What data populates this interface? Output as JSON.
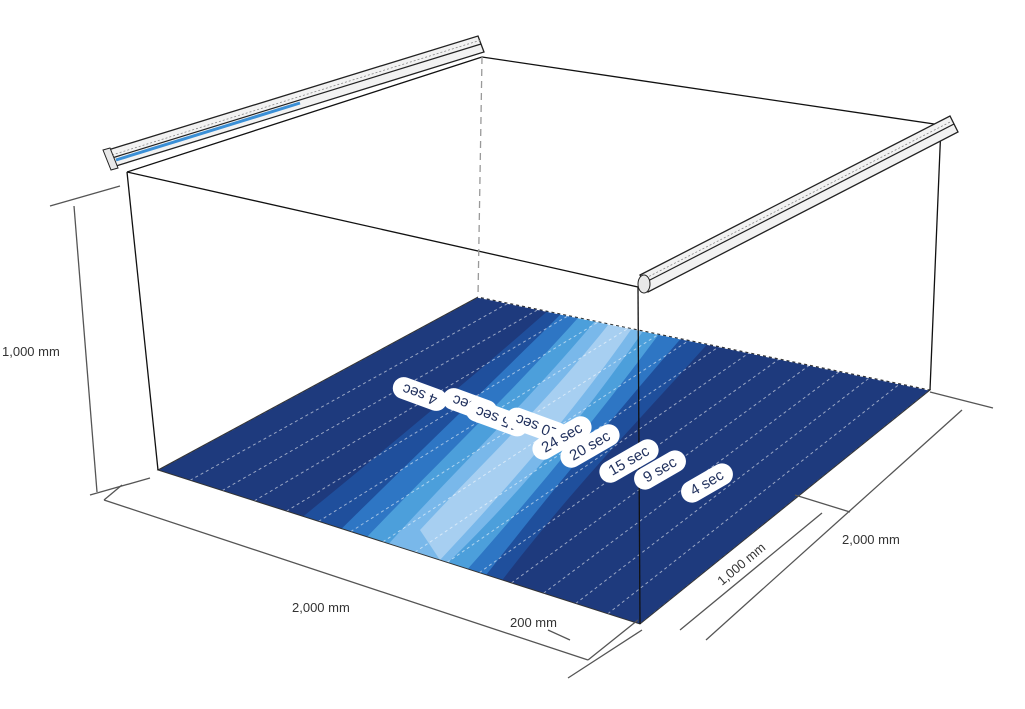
{
  "dimensions": {
    "height": "1,000 mm",
    "front_width": "2,000 mm",
    "gap": "200 mm",
    "inner_depth": "1,000 mm",
    "outer_depth": "2,000 mm"
  },
  "contour_labels": [
    "4 sec",
    "9 sec",
    "15 sec",
    "20 sec",
    "24 sec",
    "20 sec",
    "15 sec",
    "9 sec",
    "4 sec"
  ],
  "colors": {
    "zone_darkest": "#1e3a7d",
    "zone_dark": "#1f4f9c",
    "zone_mid": "#2e76c4",
    "zone_light": "#4c9fdb",
    "zone_lightest": "#79b8ea",
    "zone_core": "#a7cff1",
    "frame_line": "#111111",
    "dim_line": "#555555",
    "bar_accent": "#3a8fd6"
  },
  "icons": {
    "left_bar": "uv-lamp-bar-icon",
    "right_bar": "uv-lamp-bar-icon"
  }
}
